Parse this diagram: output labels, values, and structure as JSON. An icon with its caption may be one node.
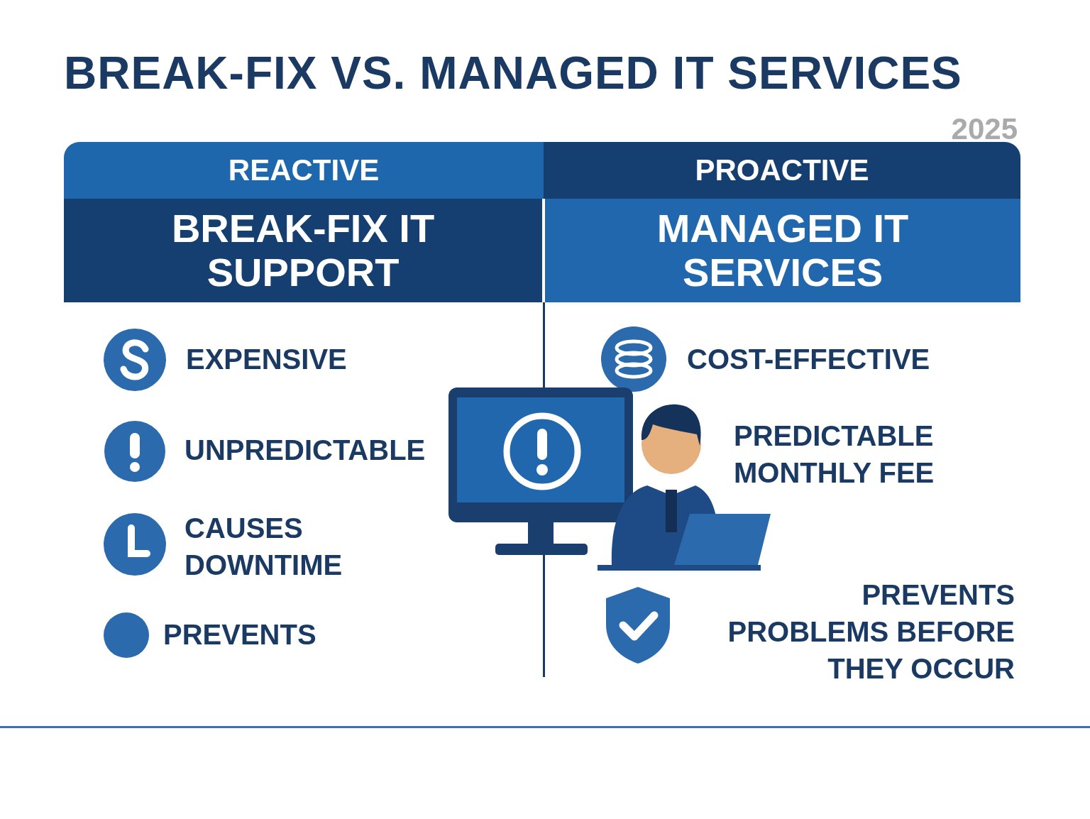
{
  "diagram": {
    "title": "BREAK-FIX VS. MANAGED IT SERVICES",
    "nodes": [
      {
        "text": [
          "REACTIVE"
        ]
      },
      {
        "text": [
          "PROACTIVE"
        ]
      },
      {
        "text": [
          "BREAK-FIX IT SUPPORT"
        ]
      },
      {
        "text": [
          "MANAGED IT SERVICES"
        ]
      }
    ],
    "labels": [
      "2025",
      "EXPENSIVE",
      "COST-EFFECTIVE",
      "UNPREDICTABLE",
      "PREDICTABLE MONTHLY FEE",
      "CAUSES DOWNTIME",
      "PREVENTS PROBLEMS BEFORE THEY OCCUR",
      "PREVENTS"
    ]
  }
}
